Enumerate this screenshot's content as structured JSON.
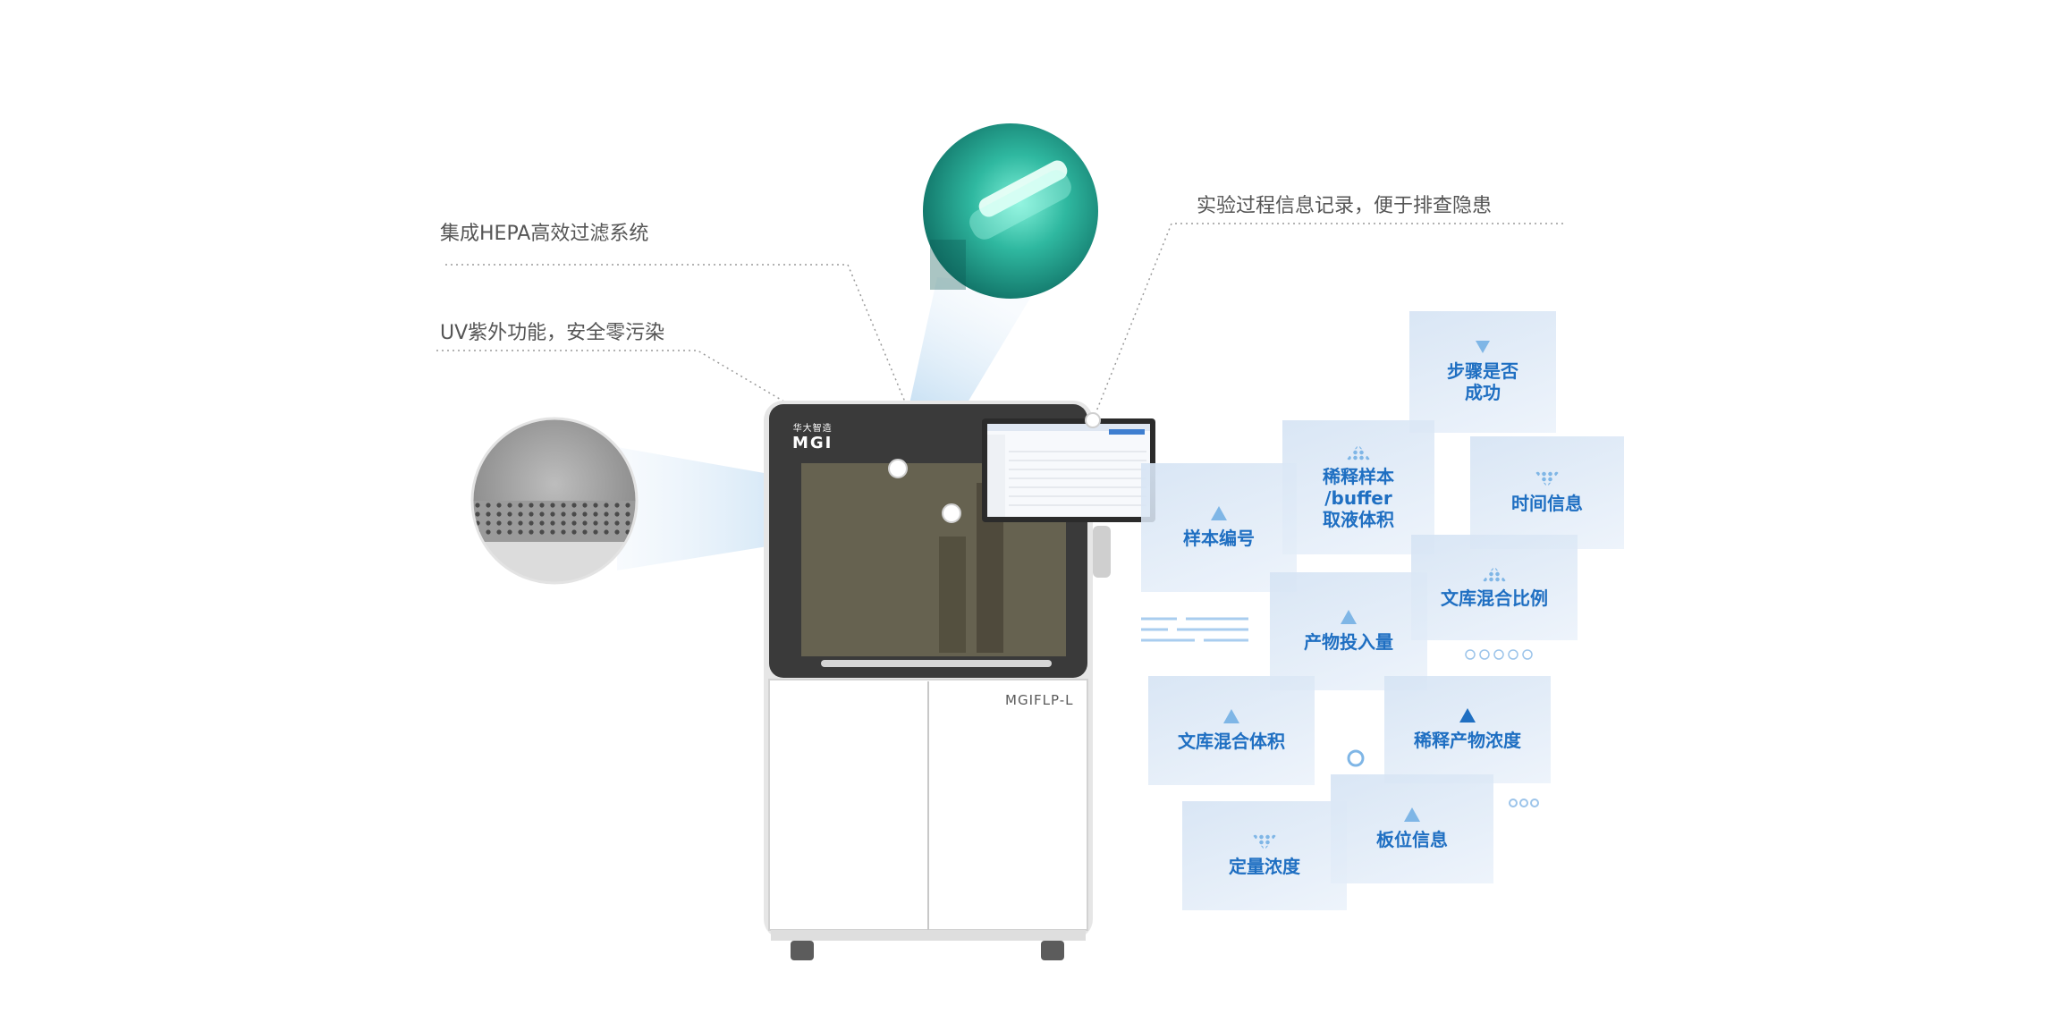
{
  "callouts": {
    "hepa": "集成HEPA高效过滤系统",
    "uv": "UV紫外功能，安全零污染",
    "record": "实验过程信息记录，便于排查隐患"
  },
  "machine": {
    "brand_cn": "华大智造",
    "brand_en": "MGI",
    "model": "MGIFLP-L"
  },
  "tiles": [
    {
      "label": "步骤是否\n成功",
      "icon": "triangle-down-icon"
    },
    {
      "label": "稀释样本\n/buffer\n取液体积",
      "icon": "dot-triangle-up-icon"
    },
    {
      "label": "时间信息",
      "icon": "dot-triangle-down-icon"
    },
    {
      "label": "样本编号",
      "icon": "triangle-up-icon"
    },
    {
      "label": "文库混合比例",
      "icon": "dot-triangle-up-icon"
    },
    {
      "label": "产物投入量",
      "icon": "triangle-up-icon"
    },
    {
      "label": "文库混合体积",
      "icon": "triangle-up-icon"
    },
    {
      "label": "稀释产物浓度",
      "icon": "triangle-up-dark-icon"
    },
    {
      "label": "板位信息",
      "icon": "triangle-up-icon"
    },
    {
      "label": "定量浓度",
      "icon": "dot-triangle-down-icon"
    }
  ],
  "colors": {
    "accent": "#1f6fc2",
    "tile_bg": "#dbe7f5",
    "uv_glow": "#2fb8a0"
  }
}
